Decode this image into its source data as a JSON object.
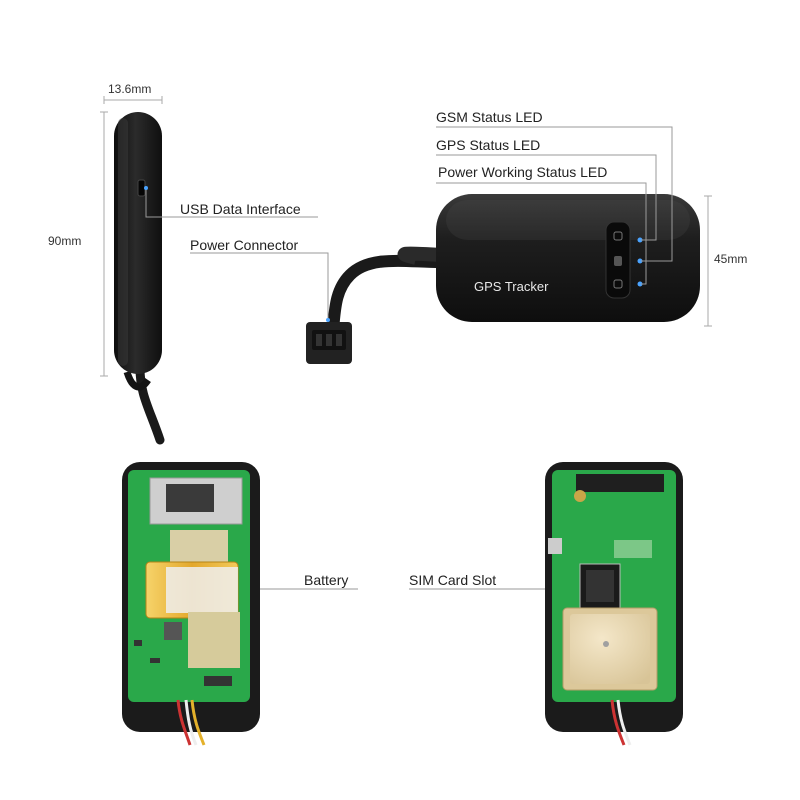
{
  "dimensions": {
    "width": "13.6mm",
    "length": "90mm",
    "height": "45mm"
  },
  "callouts": {
    "gsm_led": "GSM Status LED",
    "gps_led": "GPS Status LED",
    "power_led": "Power Working Status LED",
    "usb": "USB Data Interface",
    "power_connector": "Power Connector",
    "battery": "Battery",
    "sim_slot": "SIM Card Slot"
  },
  "device": {
    "label": "GPS Tracker"
  },
  "colors": {
    "case": "#1c1c1c",
    "pcb": "#2aa84a",
    "led_blue": "#4aa3ff",
    "battery": "#e7b33a",
    "callout_line": "#9a9a9a"
  }
}
